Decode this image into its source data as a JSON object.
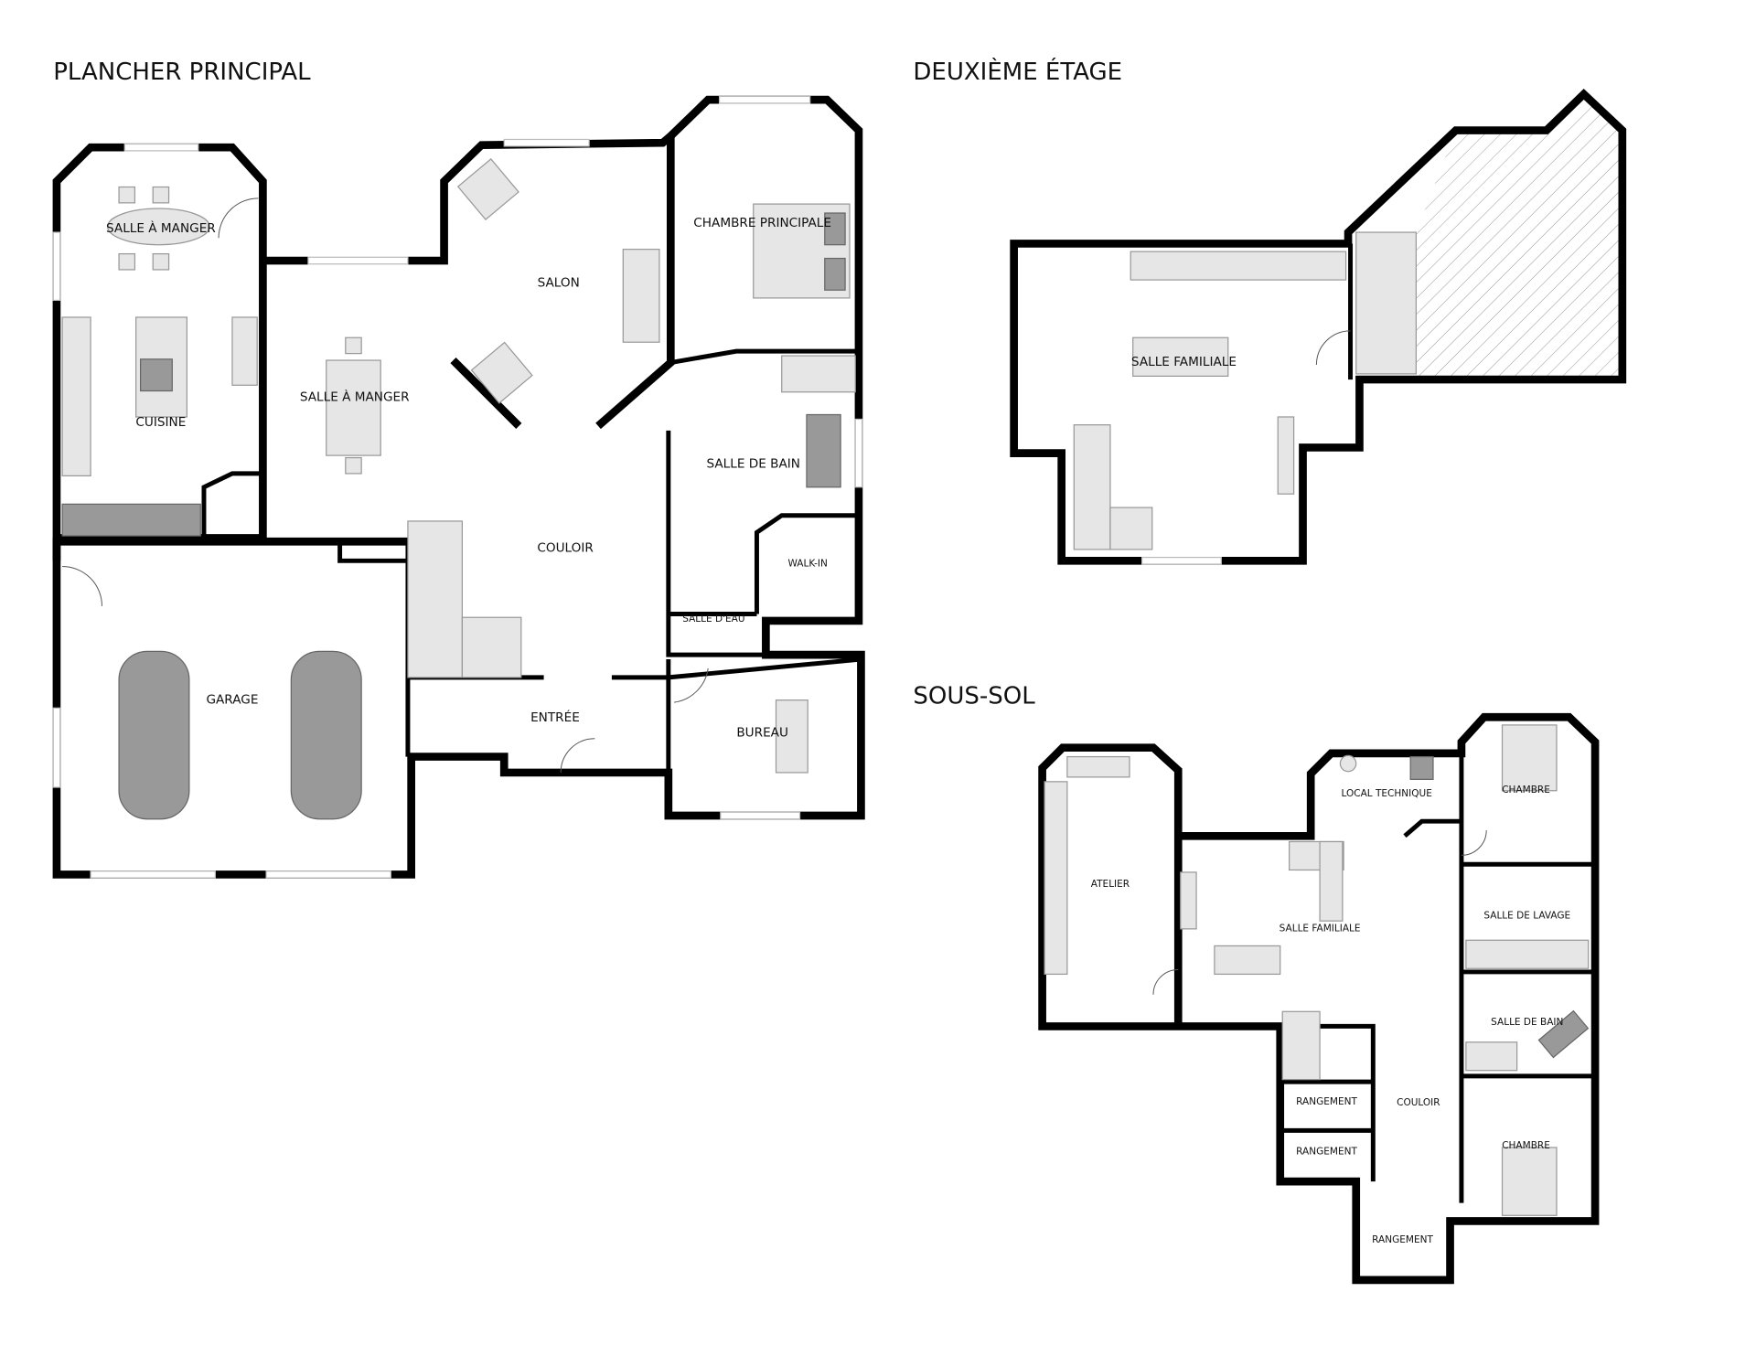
{
  "titles": {
    "main_floor": "PLANCHER PRINCIPAL",
    "second_floor": "DEUXIÈME ÉTAGE",
    "basement": "SOUS-SOL"
  },
  "main_floor": {
    "rooms": [
      "SALLE À MANGER",
      "CUISINE",
      "SALLE À MANGER",
      "SALON",
      "CHAMBRE PRINCIPALE",
      "SALLE DE BAIN",
      "WALK-IN",
      "SALLE D'EAU",
      "COULOIR",
      "GARAGE",
      "ENTRÉE",
      "BUREAU"
    ]
  },
  "second_floor": {
    "rooms": [
      "SALLE FAMILIALE"
    ]
  },
  "basement": {
    "rooms": [
      "ATELIER",
      "LOCAL TECHNIQUE",
      "CHAMBRE",
      "SALLE FAMILIALE",
      "SALLE DE LAVAGE",
      "SALLE DE BAIN",
      "RANGEMENT",
      "COULOIR",
      "RANGEMENT",
      "CHAMBRE",
      "RANGEMENT"
    ]
  },
  "colors": {
    "wall": "#000000",
    "furniture": "#e6e6e6",
    "fixture": "#999999"
  }
}
